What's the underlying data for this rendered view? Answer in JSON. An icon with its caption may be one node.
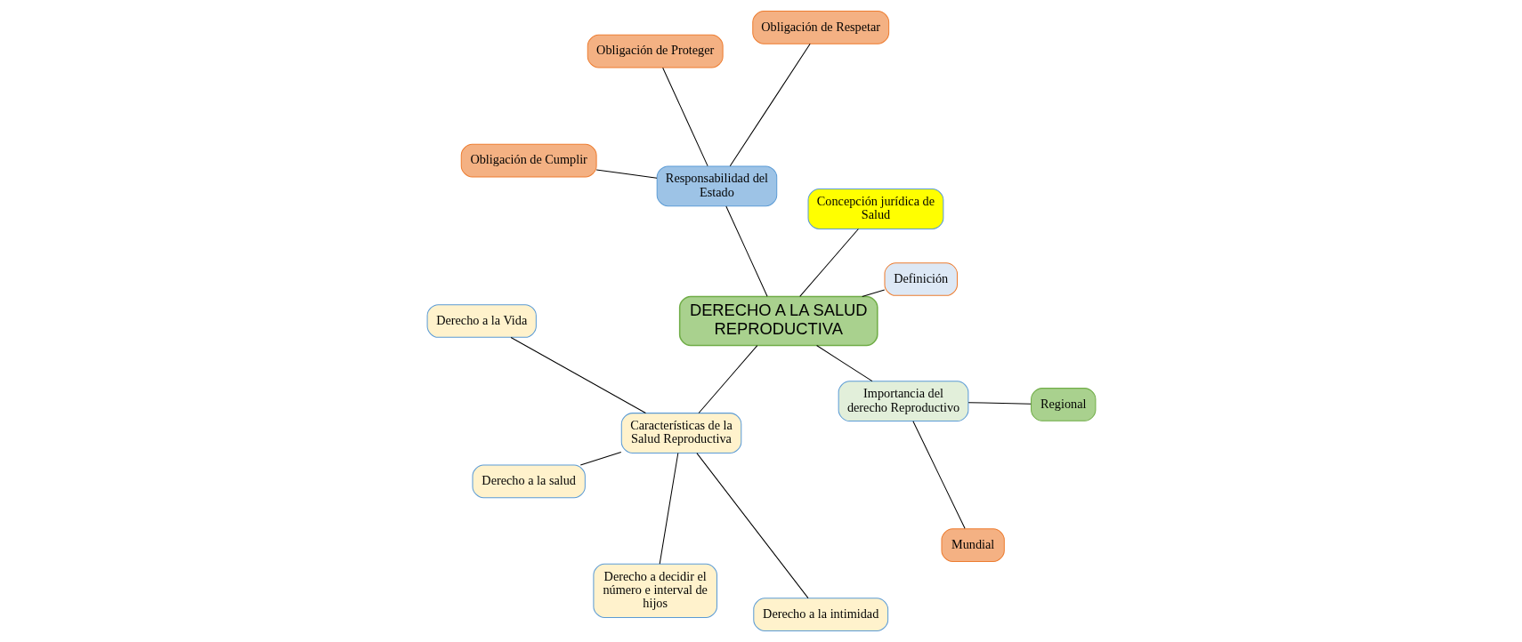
{
  "diagram": {
    "nodes": [
      {
        "text": [
          "DERECHO A LA SALUD REPRODUCTIVA"
        ]
      },
      {
        "text": [
          "Definición"
        ]
      },
      {
        "text": [
          "Concepción jurídica de Salud"
        ]
      },
      {
        "text": [
          "Responsabilidad del Estado"
        ]
      },
      {
        "text": [
          "Obligación de Respetar"
        ]
      },
      {
        "text": [
          "Obligación de Proteger"
        ]
      },
      {
        "text": [
          "Obligación de Cumplir"
        ]
      },
      {
        "text": [
          "Características de la Salud Reproductiva"
        ]
      },
      {
        "text": [
          "Derecho a la Vida"
        ]
      },
      {
        "text": [
          "Derecho a la salud"
        ]
      },
      {
        "text": [
          "Derecho a decidir el número e interval de hijos"
        ]
      },
      {
        "text": [
          "Derecho a la intimidad"
        ]
      },
      {
        "text": [
          "Importancia del derecho Reproductivo"
        ]
      },
      {
        "text": [
          "Mundial"
        ]
      },
      {
        "text": [
          "Regional"
        ]
      }
    ],
    "edges": [
      {
        "from": 0,
        "to": 1,
        "arrow": "none"
      },
      {
        "from": 0,
        "to": 2,
        "arrow": "none"
      },
      {
        "from": 0,
        "to": 3,
        "arrow": "none"
      },
      {
        "from": 3,
        "to": 4,
        "arrow": "none"
      },
      {
        "from": 3,
        "to": 5,
        "arrow": "none"
      },
      {
        "from": 3,
        "to": 6,
        "arrow": "none"
      },
      {
        "from": 0,
        "to": 7,
        "arrow": "none"
      },
      {
        "from": 7,
        "to": 8,
        "arrow": "none"
      },
      {
        "from": 7,
        "to": 9,
        "arrow": "none"
      },
      {
        "from": 7,
        "to": 10,
        "arrow": "none"
      },
      {
        "from": 7,
        "to": 11,
        "arrow": "none"
      },
      {
        "from": 0,
        "to": 12,
        "arrow": "none"
      },
      {
        "from": 12,
        "to": 13,
        "arrow": "none"
      },
      {
        "from": 12,
        "to": 14,
        "arrow": "none"
      }
    ]
  }
}
